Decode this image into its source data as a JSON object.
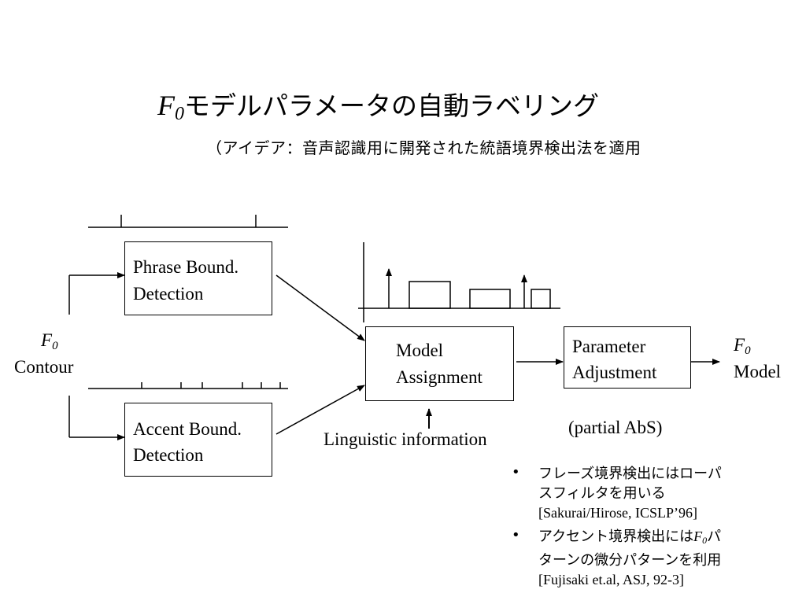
{
  "title": {
    "f_var": "F",
    "f_sub": "0",
    "text": "モデルパラメータの自動ラベリング"
  },
  "subtitle": "（アイデア：音声認識用に開発された統語境界検出法を適用",
  "diagram": {
    "phrase_box": {
      "line1": "Phrase Bound.",
      "line2": "Detection"
    },
    "accent_box": {
      "line1": "Accent Bound.",
      "line2": "Detection"
    },
    "model_box": {
      "line1": "Model",
      "line2": "Assignment"
    },
    "param_box": {
      "line1": "Parameter",
      "line2": "Adjustment"
    },
    "input_label": {
      "f_var": "F",
      "f_sub": "0",
      "text": "Contour"
    },
    "output_label": {
      "f_var": "F",
      "f_sub": "0",
      "text": "Model"
    },
    "linguistic_label": "Linguistic information",
    "partial_label": "(partial AbS)"
  },
  "bullets": [
    {
      "line1": "フレーズ境界検出にはローパ",
      "line2": "スフィルタを用いる",
      "ref": "[Sakurai/Hirose, ICSLP’96]"
    },
    {
      "line1_pre": "アクセント境界検出には",
      "line1_f_var": "F",
      "line1_f_sub": "0",
      "line1_post": "パ",
      "line2": "ターンの微分パターンを利用",
      "ref": "[Fujisaki et.al, ASJ, 92-3]"
    }
  ]
}
